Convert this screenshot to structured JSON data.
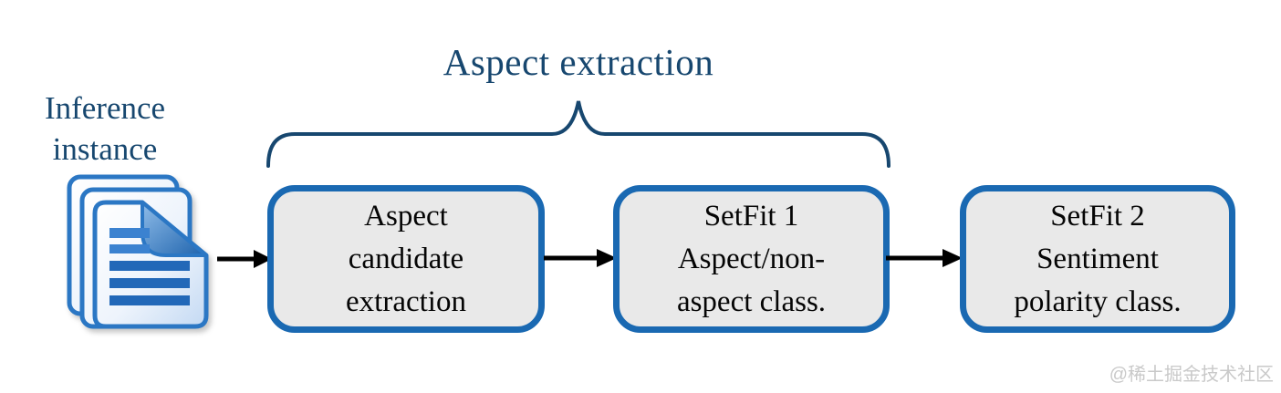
{
  "diagram": {
    "title": "Aspect extraction",
    "input_label": {
      "line1": "Inference",
      "line2": "instance"
    },
    "boxes": [
      {
        "id": "aspect-candidate-extraction",
        "lines": [
          "Aspect",
          "candidate",
          "extraction"
        ]
      },
      {
        "id": "setfit1-aspect-nonaspect",
        "lines": [
          "SetFit 1",
          "Aspect/non-",
          "aspect class."
        ]
      },
      {
        "id": "setfit2-sentiment-polarity",
        "lines": [
          "SetFit 2",
          "Sentiment",
          "polarity class."
        ]
      }
    ],
    "icons": [
      "documents-stack-icon",
      "brace-icon",
      "arrow-right-icon"
    ],
    "watermark": "@稀土掘金技术社区",
    "colors": {
      "navy_text": "#17476f",
      "box_border": "#1a69b2",
      "box_fill": "#e9e9e9",
      "box_text": "#050505",
      "arrow": "#000000",
      "watermark": "#c9c9c9",
      "doc_icon_blue": "#2b77c4"
    }
  }
}
